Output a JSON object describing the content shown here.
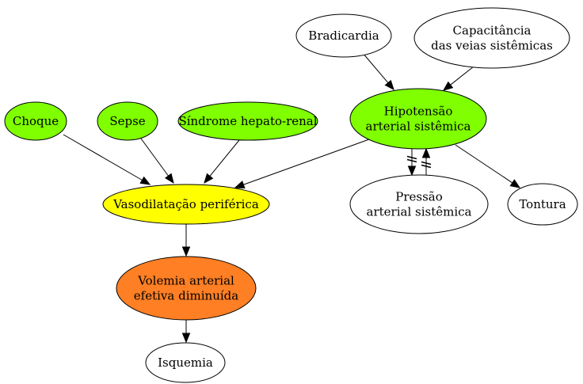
{
  "diagram": {
    "colors": {
      "green": "#7fff00",
      "yellow": "#ffff00",
      "orange": "#ff7f24",
      "white": "#ffffff"
    },
    "nodes": {
      "bradicardia": {
        "lines": [
          "Bradicardia"
        ],
        "fill": "#ffffff"
      },
      "capacitancia": {
        "lines": [
          "Capacitância",
          "das veias sistêmicas"
        ],
        "fill": "#ffffff"
      },
      "hipotensao": {
        "lines": [
          "Hipotensão",
          "arterial sistêmica"
        ],
        "fill": "#7fff00"
      },
      "choque": {
        "lines": [
          "Choque"
        ],
        "fill": "#7fff00"
      },
      "sepse": {
        "lines": [
          "Sepse"
        ],
        "fill": "#7fff00"
      },
      "sindrome": {
        "lines": [
          "Síndrome hepato-renal"
        ],
        "fill": "#7fff00"
      },
      "vasodilatacao": {
        "lines": [
          "Vasodilatação periférica"
        ],
        "fill": "#ffff00"
      },
      "pressao": {
        "lines": [
          "Pressão",
          "arterial sistêmica"
        ],
        "fill": "#ffffff"
      },
      "tontura": {
        "lines": [
          "Tontura"
        ],
        "fill": "#ffffff"
      },
      "volemia": {
        "lines": [
          "Volemia arterial",
          "efetiva diminuída"
        ],
        "fill": "#ff7f24"
      },
      "isquemia": {
        "lines": [
          "Isquemia"
        ],
        "fill": "#ffffff"
      }
    },
    "edges": [
      {
        "from": "bradicardia",
        "to": "hipotensao",
        "type": "increase"
      },
      {
        "from": "capacitancia",
        "to": "hipotensao",
        "type": "increase"
      },
      {
        "from": "choque",
        "to": "vasodilatacao",
        "type": "increase"
      },
      {
        "from": "sepse",
        "to": "vasodilatacao",
        "type": "increase"
      },
      {
        "from": "sindrome",
        "to": "vasodilatacao",
        "type": "increase"
      },
      {
        "from": "hipotensao",
        "to": "vasodilatacao",
        "type": "increase"
      },
      {
        "from": "hipotensao",
        "to": "tontura",
        "type": "increase"
      },
      {
        "from": "hipotensao",
        "to": "pressao",
        "type": "inverse"
      },
      {
        "from": "pressao",
        "to": "hipotensao",
        "type": "inverse"
      },
      {
        "from": "vasodilatacao",
        "to": "volemia",
        "type": "increase"
      },
      {
        "from": "volemia",
        "to": "isquemia",
        "type": "increase"
      }
    ]
  }
}
